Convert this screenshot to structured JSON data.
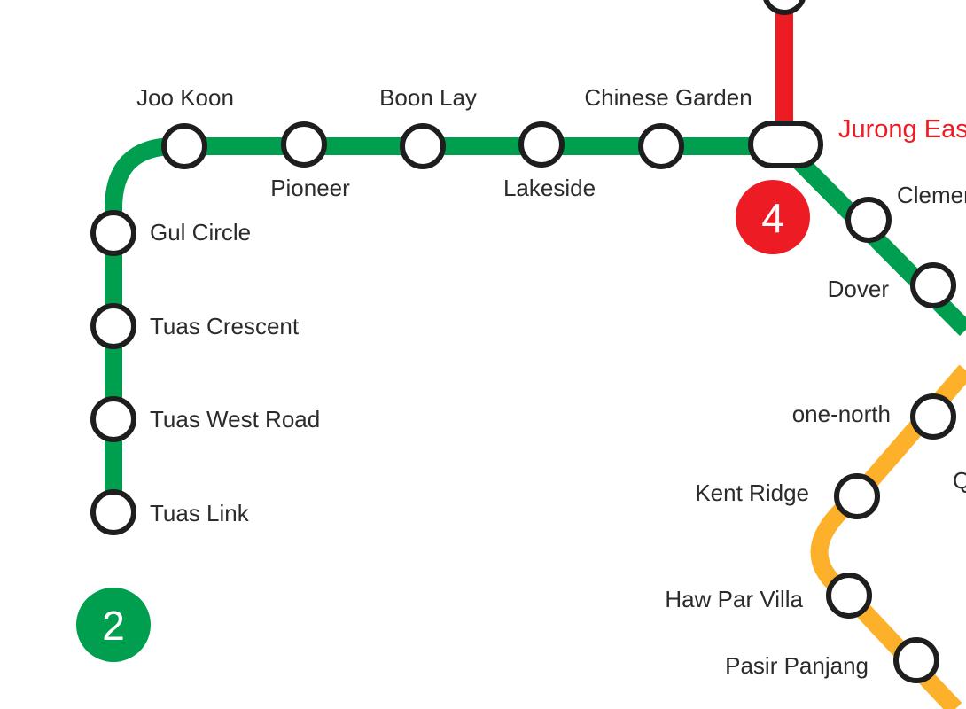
{
  "colors": {
    "green": "#009e4f",
    "red": "#ed1c24",
    "yellow": "#fdb12a"
  },
  "badges": {
    "east_west": "2",
    "jurong_region": "4"
  },
  "stations": {
    "joo_koon": "Joo Koon",
    "pioneer": "Pioneer",
    "boon_lay": "Boon Lay",
    "lakeside": "Lakeside",
    "chinese_garden": "Chinese Garden",
    "jurong_east": "Jurong East",
    "clementi": "Clementi",
    "dover": "Dover",
    "gul_circle": "Gul Circle",
    "tuas_crescent": "Tuas Crescent",
    "tuas_west_road": "Tuas West Road",
    "tuas_link": "Tuas Link",
    "one_north": "one-north",
    "kent_ridge": "Kent Ridge",
    "haw_par_villa": "Haw Par Villa",
    "pasir_panjang": "Pasir Panjang",
    "partial_q": "Q"
  }
}
